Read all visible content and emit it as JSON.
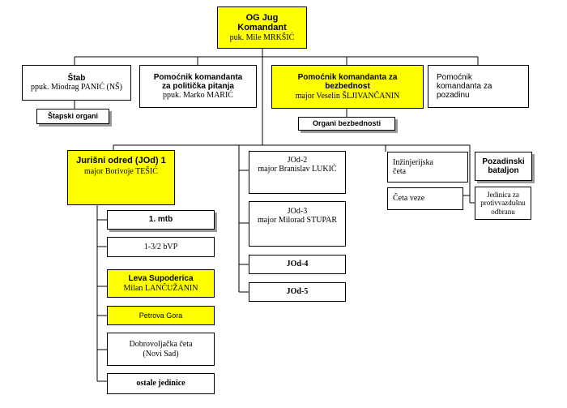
{
  "commander": {
    "line1": "OG Jug",
    "line2": "Komandant",
    "line3": "puk. Mile MRKŠIĆ"
  },
  "staff": {
    "title": "Štab",
    "person": "ppuk. Miodrag PANIĆ (NŠ)",
    "sub": "Štapski organi"
  },
  "political": {
    "line1": "Pomoćnik komandanta",
    "line2": "za politička pitanja",
    "person": "ppuk. Marko MARIĆ"
  },
  "security": {
    "line1": "Pomoćnik komandanta za",
    "line2": "bezbednost",
    "person": "major Veselin ŠLJIVANČANIN",
    "sub": "Organi bezbednosti"
  },
  "logistics": {
    "line1": "Pomoćnik",
    "line2": "komandanta za",
    "line3": "pozadinu"
  },
  "jod1": {
    "title": "Jurišni odred (JOd) 1",
    "person": "major  Borivoje TEŠIĆ",
    "units": [
      {
        "line1": "1. mtb"
      },
      {
        "line1": "1-3/2 bVP"
      },
      {
        "line1": "Leva Supoderica",
        "line2": "Milan LANČUŽANIN"
      },
      {
        "line1": "Petrova Gora"
      },
      {
        "line1": "Dobrovoljačka četa",
        "line2": "(Novi Sad)"
      },
      {
        "line1": "ostale jedinice"
      }
    ]
  },
  "jod2": {
    "title": "JOd-2",
    "person": "major  Branislav LUKIĆ"
  },
  "jod3": {
    "title": "JOd-3",
    "person": "major  Milorad STUPAR"
  },
  "jod4": {
    "title": "JOd-4"
  },
  "jod5": {
    "title": "JOd-5"
  },
  "support": {
    "engineer": {
      "line1": "Inžinjerijska",
      "line2": "četa"
    },
    "signal": {
      "line1": "Četa veze"
    },
    "rear": {
      "line1": "Pozadinski",
      "line2": "bataljon"
    },
    "airdef": {
      "line1": "Jedinica za",
      "line2": "protivvazdušnu",
      "line3": "odbranu"
    }
  },
  "colors": {
    "highlight": "#ffff00",
    "border": "#000000",
    "shadow": "#9a9a9a"
  }
}
